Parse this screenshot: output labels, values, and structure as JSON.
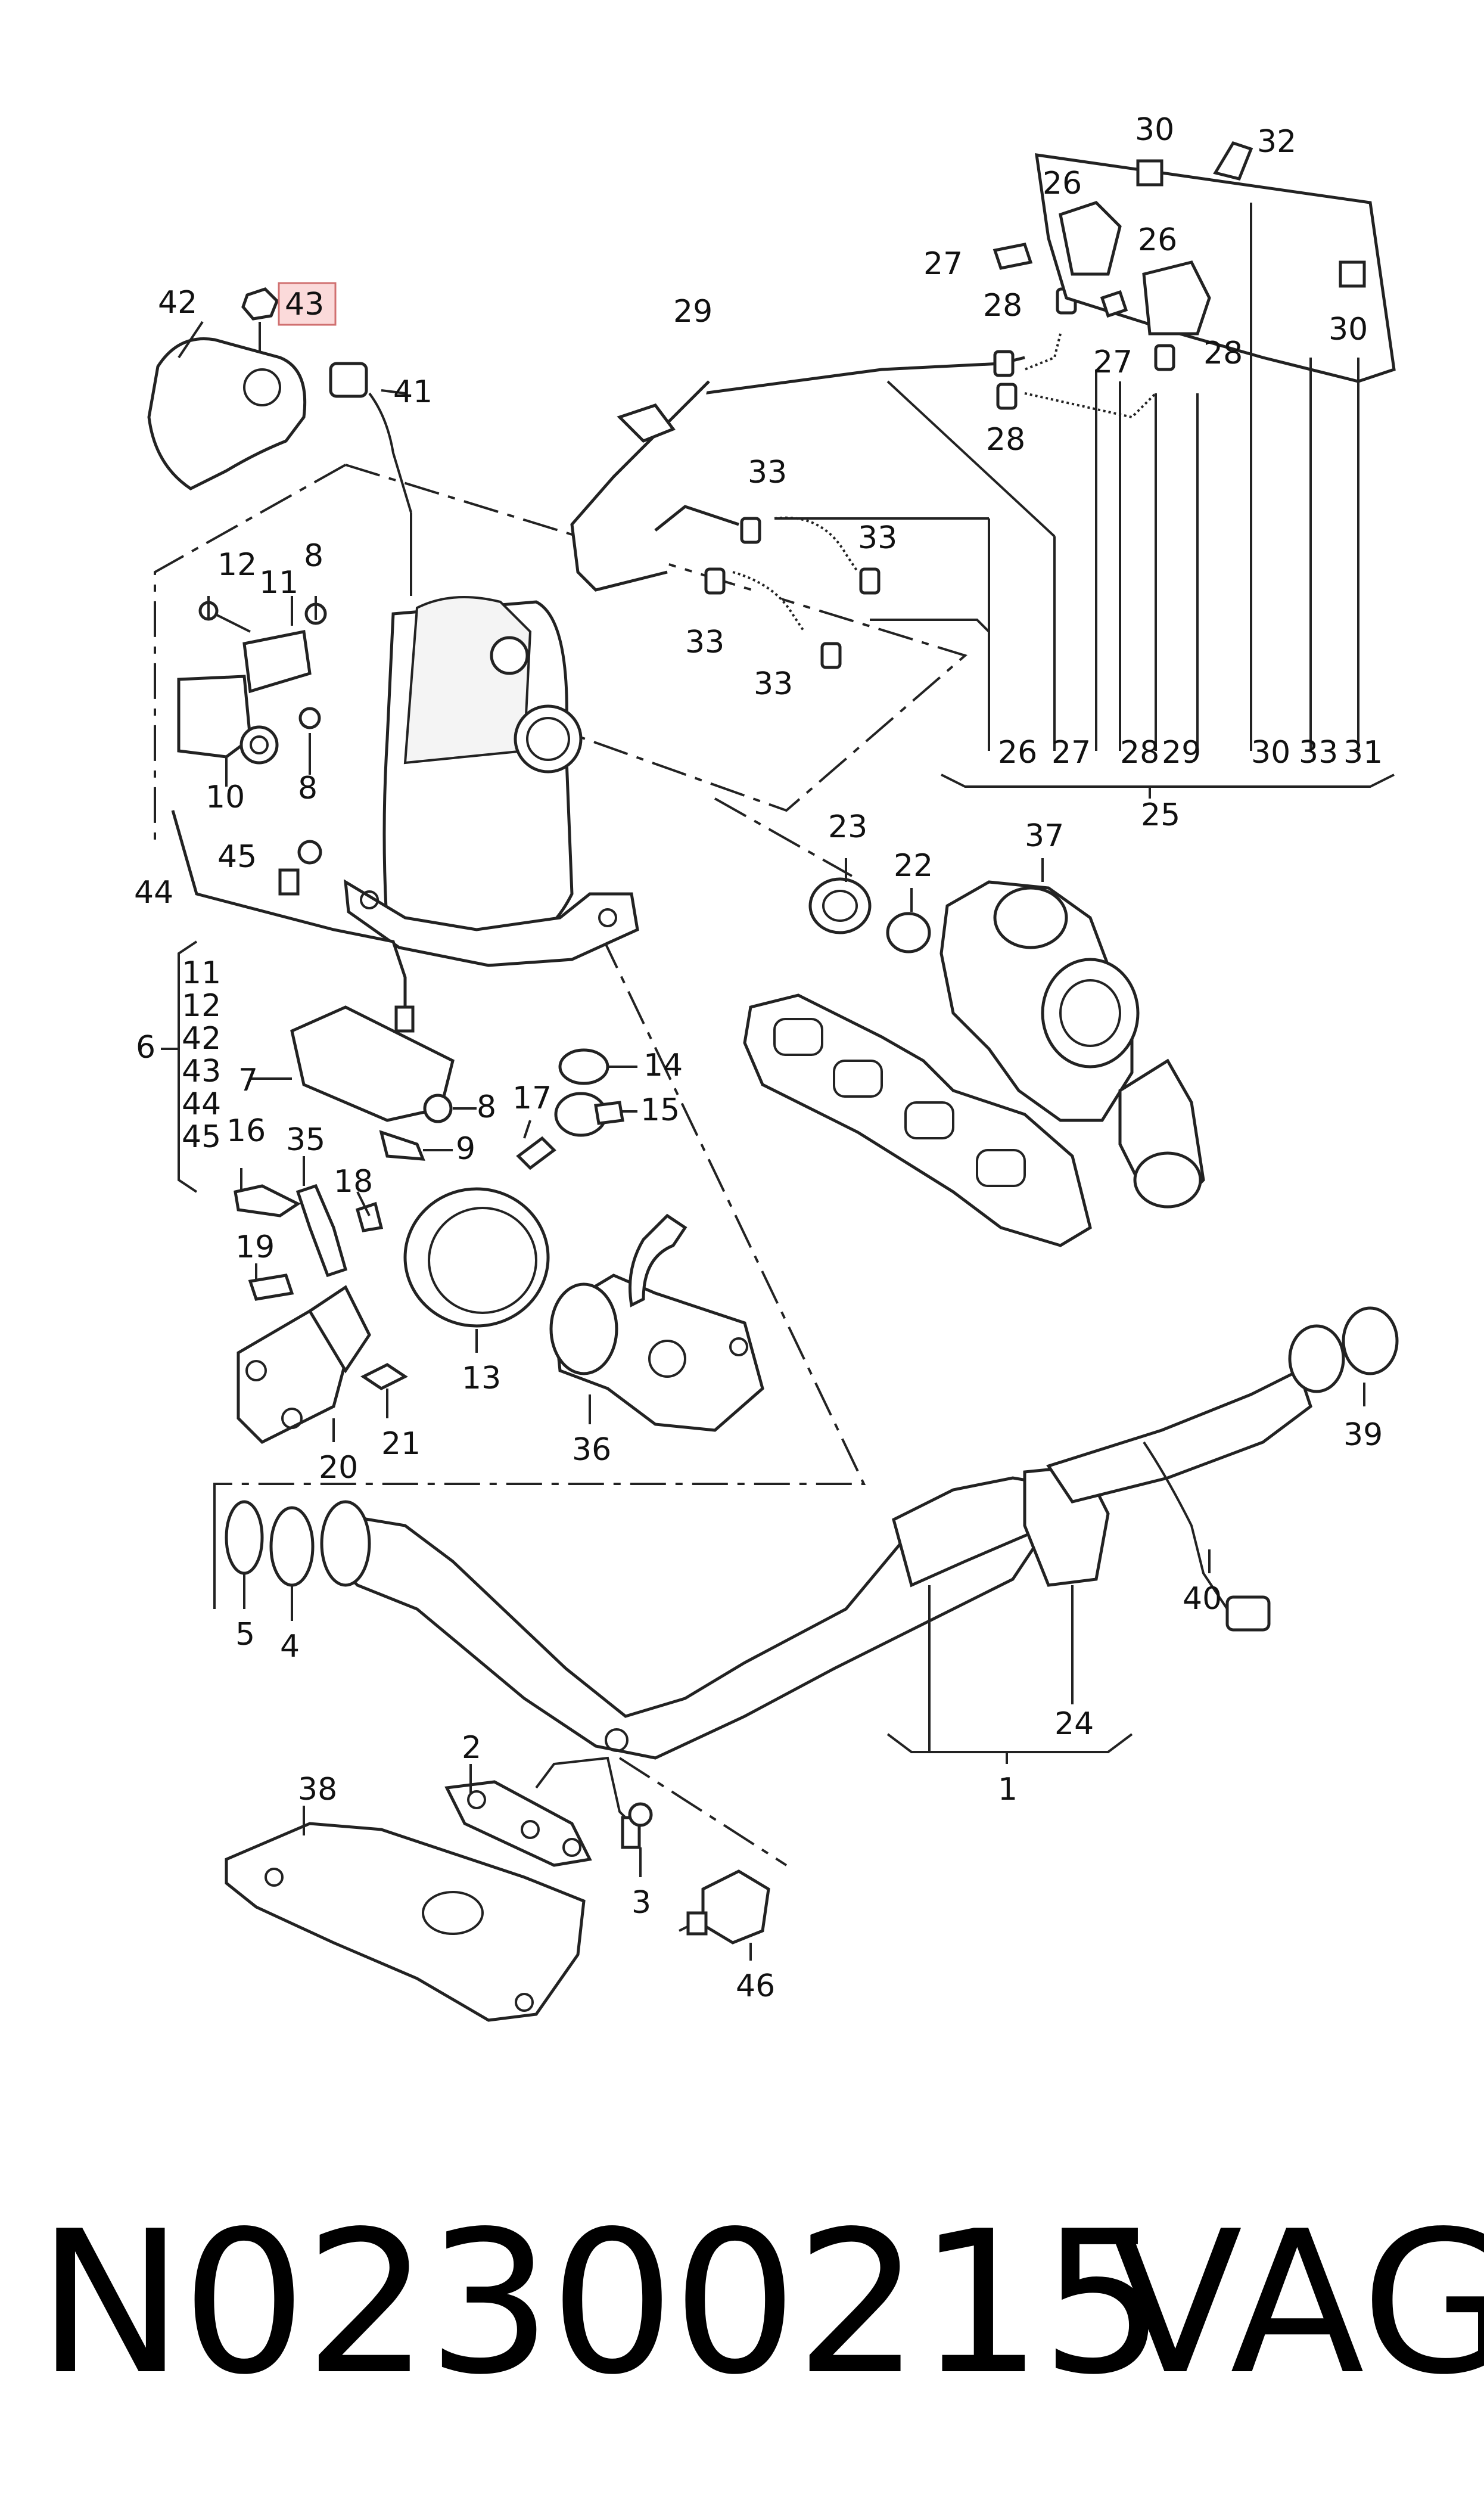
{
  "labels": {
    "l1": "1",
    "l2": "2",
    "l3": "3",
    "l4": "4",
    "l5": "5",
    "l6": "6",
    "l7": "7",
    "l8a": "8",
    "l8b": "8",
    "l8c": "8",
    "l9": "9",
    "l10": "10",
    "l11a": "11",
    "l11b": "11",
    "l12a": "12",
    "l12b": "12",
    "l13": "13",
    "l14": "14",
    "l15": "15",
    "l16": "16",
    "l17": "17",
    "l18": "18",
    "l19": "19",
    "l20": "20",
    "l21": "21",
    "l22": "22",
    "l23": "23",
    "l24": "24",
    "l25": "25",
    "l26a": "26",
    "l26b": "26",
    "l26c": "26",
    "l27a": "27",
    "l27b": "27",
    "l27c": "27",
    "l28a": "28",
    "l28b": "28",
    "l28c": "28",
    "l28d": "28",
    "l29a": "29",
    "l29b": "29",
    "l30a": "30",
    "l30b": "30",
    "l30c": "30",
    "l31": "31",
    "l32": "32",
    "l33a": "33",
    "l33b": "33",
    "l33c": "33",
    "l33d": "33",
    "l33e": "33",
    "l35": "35",
    "l36": "36",
    "l37": "37",
    "l38": "38",
    "l39": "39",
    "l40": "40",
    "l41": "41",
    "l42a": "42",
    "l42b": "42",
    "l43a": "43",
    "l43b": "43",
    "l44a": "44",
    "l44b": "44",
    "l45a": "45",
    "l45b": "45",
    "l46": "46"
  },
  "footer": {
    "part_number": "N02300215",
    "brand": "VAG"
  },
  "highlight_color": "#fbdada"
}
